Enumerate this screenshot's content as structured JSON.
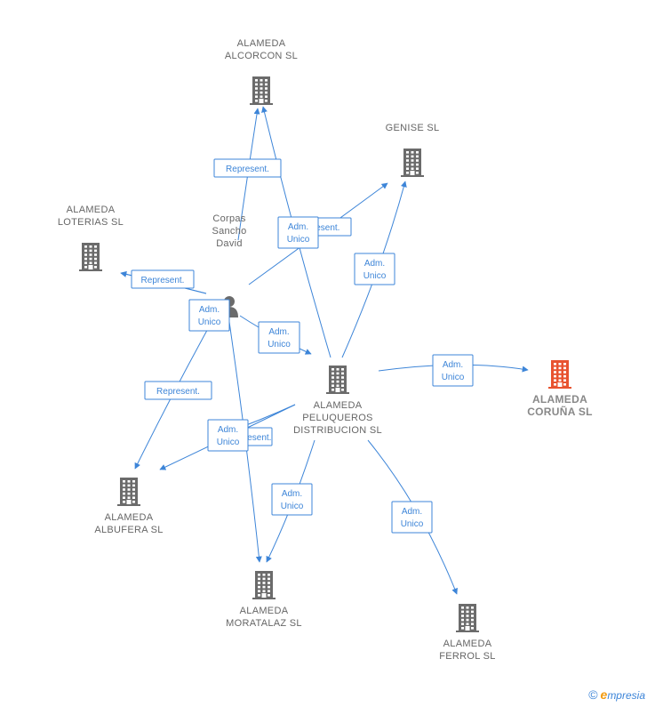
{
  "nodes": [
    {
      "id": "alcorcon",
      "type": "company",
      "icon": "building-icon",
      "lines": [
        "ALAMEDA",
        "ALCORCON SL"
      ]
    },
    {
      "id": "genise",
      "type": "company",
      "icon": "building-icon",
      "lines": [
        "GENISE SL"
      ]
    },
    {
      "id": "loterias",
      "type": "company",
      "icon": "building-icon",
      "lines": [
        "ALAMEDA",
        "LOTERIAS SL"
      ]
    },
    {
      "id": "person",
      "type": "person",
      "icon": "person-icon",
      "lines": [
        "Corpas",
        "Sancho",
        "David"
      ]
    },
    {
      "id": "peluqueros",
      "type": "company",
      "icon": "building-icon",
      "lines": [
        "ALAMEDA",
        "PELUQUEROS",
        "DISTRIBUCION SL"
      ]
    },
    {
      "id": "coruna",
      "type": "company",
      "icon": "building-icon",
      "highlight": true,
      "lines": [
        "ALAMEDA",
        "CORUÑA SL"
      ]
    },
    {
      "id": "albufera",
      "type": "company",
      "icon": "building-icon",
      "lines": [
        "ALAMEDA",
        "ALBUFERA SL"
      ]
    },
    {
      "id": "moratalaz",
      "type": "company",
      "icon": "building-icon",
      "lines": [
        "ALAMEDA",
        "MORATALAZ SL"
      ]
    },
    {
      "id": "ferrol",
      "type": "company",
      "icon": "building-icon",
      "lines": [
        "ALAMEDA",
        "FERROL SL"
      ]
    }
  ],
  "edges": [
    {
      "from": "person",
      "to": "alcorcon",
      "label": "Represent."
    },
    {
      "from": "person",
      "to": "genise",
      "label": "Represent."
    },
    {
      "from": "person",
      "to": "loterias",
      "label": "Represent."
    },
    {
      "from": "person",
      "to": "peluqueros",
      "label": "Adm. Unico"
    },
    {
      "from": "person",
      "to": "albufera",
      "label": "Represent."
    },
    {
      "from": "person",
      "to": "moratalaz",
      "label": "Adm. Unico"
    },
    {
      "from": "peluqueros",
      "to": "alcorcon",
      "label": "Adm. Unico"
    },
    {
      "from": "peluqueros",
      "to": "genise",
      "label": "Adm. Unico"
    },
    {
      "from": "peluqueros",
      "to": "coruna",
      "label": "Adm. Unico"
    },
    {
      "from": "peluqueros",
      "to": "albufera",
      "label": "Represent."
    },
    {
      "from": "peluqueros",
      "to": "moratalaz",
      "label": "Adm. Unico"
    },
    {
      "from": "peluqueros",
      "to": "ferrol",
      "label": "Adm. Unico"
    },
    {
      "from": "person",
      "to": "loterias",
      "label": "Adm. Unico"
    },
    {
      "from": "peluqueros",
      "to": "albufera",
      "label": "Adm. Unico"
    }
  ],
  "colors": {
    "edge": "#3d85d8",
    "node": "#6b6b6b",
    "highlight": "#e8532f"
  },
  "footer": {
    "copyright": "©",
    "brand_initial": "e",
    "brand_rest": "mpresia"
  }
}
